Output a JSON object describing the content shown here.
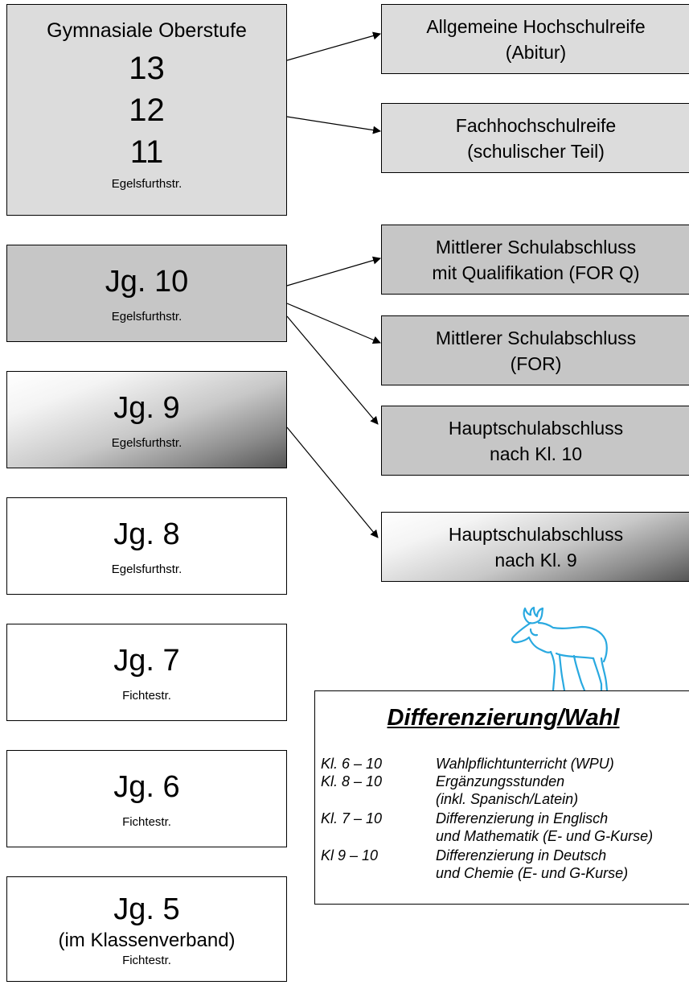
{
  "left_column": {
    "oberstufe": {
      "title": "Gymnasiale Oberstufe",
      "grades": [
        "13",
        "12",
        "11"
      ],
      "location": "Egelsfurthstr."
    },
    "jg10": {
      "label": "Jg. 10",
      "location": "Egelsfurthstr."
    },
    "jg9": {
      "label": "Jg. 9",
      "location": "Egelsfurthstr."
    },
    "jg8": {
      "label": "Jg. 8",
      "location": "Egelsfurthstr."
    },
    "jg7": {
      "label": "Jg. 7",
      "location": "Fichtestr."
    },
    "jg6": {
      "label": "Jg. 6",
      "location": "Fichtestr."
    },
    "jg5": {
      "label": "Jg. 5",
      "note": "(im Klassenverband)",
      "location": "Fichtestr."
    }
  },
  "outcomes": [
    {
      "line1": "Allgemeine Hochschulreife",
      "line2": "(Abitur)"
    },
    {
      "line1": "Fachhochschulreife",
      "line2": "(schulischer Teil)"
    },
    {
      "line1": "Mittlerer Schulabschluss",
      "line2": "mit Qualifikation (FOR Q)"
    },
    {
      "line1": "Mittlerer Schulabschluss",
      "line2": "(FOR)"
    },
    {
      "line1": "Hauptschulabschluss",
      "line2": "nach Kl. 10"
    },
    {
      "line1": "Hauptschulabschluss",
      "line2": "nach Kl. 9"
    }
  ],
  "differenzierung": {
    "title": "Differenzierung/Wahl",
    "rows": [
      {
        "classes": "Kl. 6 – 10",
        "line1": "Wahlpflichtunterricht (WPU)",
        "line2": ""
      },
      {
        "classes": "Kl. 8 – 10",
        "line1": "Ergänzungsstunden",
        "line2": "(inkl. Spanisch/Latein)"
      },
      {
        "classes": "Kl. 7 – 10",
        "line1": "Differenzierung in Englisch",
        "line2": "und Mathematik (E- und G-Kurse)"
      },
      {
        "classes": "Kl 9 – 10",
        "line1": "Differenzierung in Deutsch",
        "line2": "und Chemie (E- und G-Kurse)"
      }
    ]
  },
  "colors": {
    "box_light": "#dcdcdc",
    "box_mid": "#c6c6c6",
    "moose": "#29a9e0"
  },
  "icons": {
    "logo": "moose-icon"
  }
}
